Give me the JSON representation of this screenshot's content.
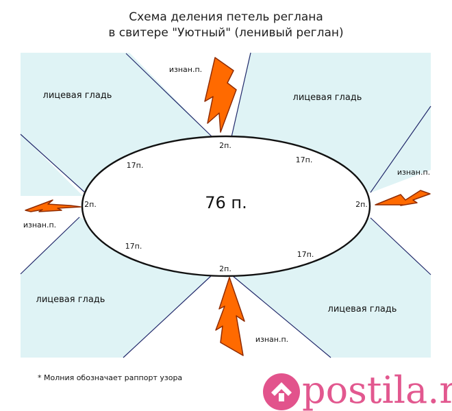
{
  "title": {
    "line1": "Схема деления петель реглана",
    "line2": "в свитере \"Уютный\" (ленивый реглан)"
  },
  "center_total": "76 п.",
  "sections": {
    "front_sleeve_labels": {
      "top_left": "лицевая гладь",
      "top_right": "лицевая гладь",
      "bottom_left": "лицевая гладь",
      "bottom_right": "лицевая гладь"
    },
    "purl_labels": {
      "top": "изнан.п.",
      "right": "изнан.п.",
      "left": "изнан.п.",
      "bottom": "изнан.п."
    }
  },
  "stitch_labels": {
    "top": "2п.",
    "bottom": "2п.",
    "left": "2п.",
    "right": "2п.",
    "upper_left": "17п.",
    "upper_right": "17п.",
    "lower_left": "17п.",
    "lower_right": "17п."
  },
  "footnote": "* Молния обозначает раппорт узора",
  "watermark": {
    "text": "postila.ru"
  },
  "colors": {
    "panel": "#dff3f5",
    "line": "#21286a",
    "lightning_fill": "#ff6a00",
    "lightning_stroke": "#8f2b00",
    "watermark": "#e04a86"
  },
  "icons": {
    "lightning": "lightning-bolt-icon",
    "watermark_mark": "postila-logo-icon"
  }
}
